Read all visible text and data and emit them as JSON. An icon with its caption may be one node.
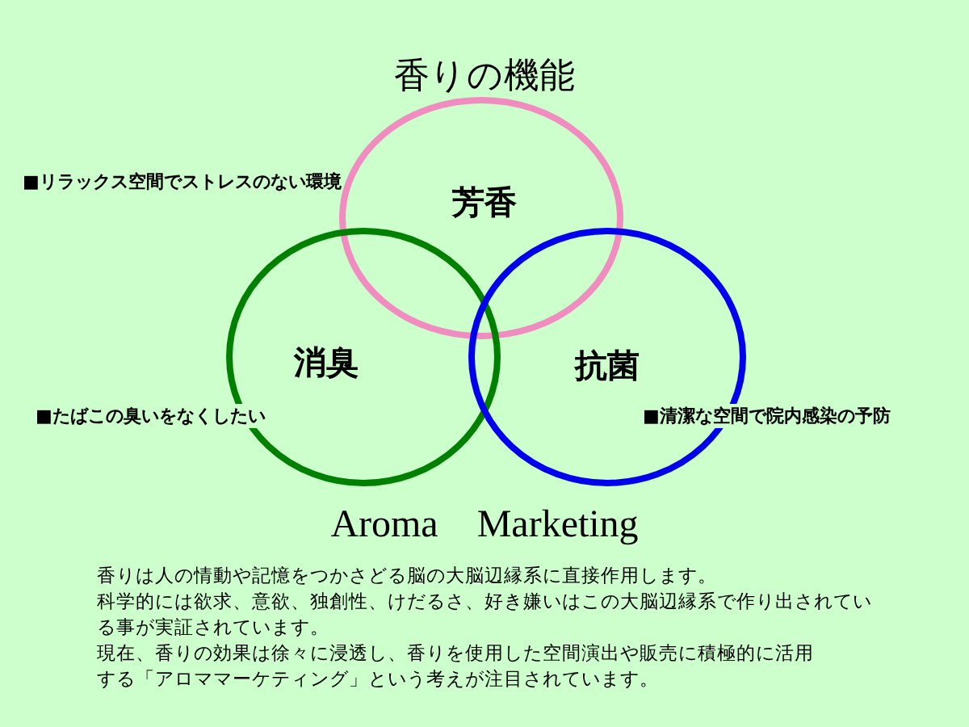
{
  "diagram": {
    "title": "香りの機能",
    "nodes": [
      {
        "text": [
          "芳香"
        ]
      },
      {
        "text": [
          "消臭"
        ]
      },
      {
        "text": [
          "抗菌"
        ]
      }
    ],
    "labels": [
      "■リラックス空間でストレスのない環境",
      "■たばこの臭いをなくしたい",
      "■清潔な空間で院内感染の予防",
      "Aroma　Marketing",
      "香りは人の情動や記憶をつかさどる脳の大脳辺縁系に直接作用します。",
      "科学的には欲求、意欲、独創性、けだるさ、好き嫌いはこの大脳辺縁系で作り出されている事が実証されています。",
      "現在、香りの効果は徐々に浸透し、香りを使用した空間演出や販売に積極的に活用する「アロママーケティング」という考えが注目されています。"
    ]
  }
}
